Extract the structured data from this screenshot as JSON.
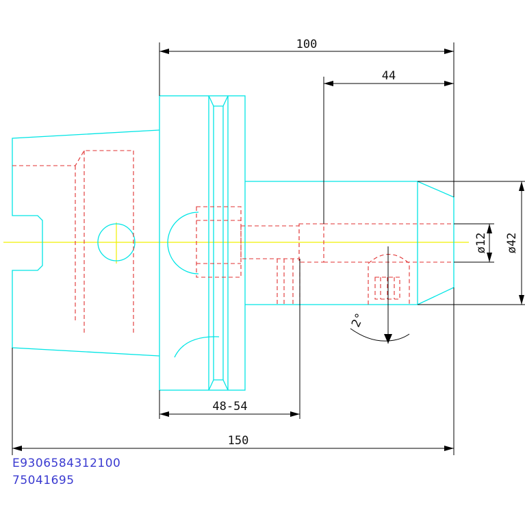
{
  "dimensions": {
    "overall_length": "100",
    "bore_depth": "44",
    "gauge_length": "48-54",
    "total_length": "150",
    "inner_diameter": "ø12",
    "outer_diameter": "ø42",
    "taper_angle": "2°"
  },
  "codes": {
    "article": "E9306584312100",
    "order": "75041695"
  },
  "colors": {
    "outline": "#00e5e5",
    "hidden": "#e03030",
    "centerline": "#f0f000",
    "dimension": "#000000",
    "code_text": "#3a3ad0"
  }
}
